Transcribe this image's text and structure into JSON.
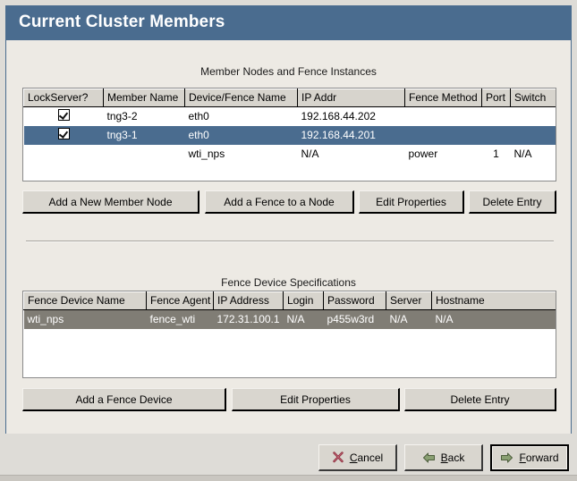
{
  "window": {
    "title": "Current Cluster Members",
    "accent_color": "#4a6c8f",
    "background_color": "#edeae4"
  },
  "members_section": {
    "title": "Member Nodes and Fence Instances",
    "columns": [
      "LockServer?",
      "Member Name",
      "Device/Fence Name",
      "IP Addr",
      "Fence Method",
      "Port",
      "Switch"
    ],
    "rows": [
      {
        "lockserver": "checked",
        "member_name": "tng3-2",
        "device_fence_name": "eth0",
        "ip_addr": "192.168.44.202",
        "fence_method": "",
        "port": "",
        "switch": "",
        "selected": false
      },
      {
        "lockserver": "checked",
        "member_name": "tng3-1",
        "device_fence_name": "eth0",
        "ip_addr": "192.168.44.201",
        "fence_method": "",
        "port": "",
        "switch": "",
        "selected": true
      },
      {
        "lockserver": "",
        "member_name": "",
        "device_fence_name": "wti_nps",
        "ip_addr": "N/A",
        "fence_method": "power",
        "port": "1",
        "switch": "N/A",
        "selected": false
      }
    ],
    "buttons": {
      "add_member": "Add a New Member Node",
      "add_fence": "Add a Fence to a Node",
      "edit_properties": "Edit Properties",
      "delete_entry": "Delete Entry"
    },
    "selection_color": "#4a6c8f"
  },
  "devices_section": {
    "title": "Fence Device Specifications",
    "columns": [
      "Fence Device Name",
      "Fence Agent",
      "IP Address",
      "Login",
      "Password",
      "Server",
      "Hostname"
    ],
    "rows": [
      {
        "fence_device_name": "wti_nps",
        "fence_agent": "fence_wti",
        "ip_address": "172.31.100.1",
        "login": "N/A",
        "password": "p455w3rd",
        "server": "N/A",
        "hostname": "N/A",
        "selected": true
      }
    ],
    "buttons": {
      "add_device": "Add a Fence Device",
      "edit_properties": "Edit Properties",
      "delete_entry": "Delete Entry"
    },
    "selection_color": "#807d75"
  },
  "footer": {
    "cancel": {
      "label": "Cancel",
      "mnemonic": "C",
      "icon": "cancel-x-icon",
      "icon_color": "#8a2a3a"
    },
    "back": {
      "label": "Back",
      "mnemonic": "B",
      "icon": "arrow-left-icon",
      "icon_color": "#7d9468"
    },
    "forward": {
      "label": "Forward",
      "mnemonic": "F",
      "icon": "arrow-right-icon",
      "icon_color": "#7d9468",
      "is_default": true
    }
  }
}
